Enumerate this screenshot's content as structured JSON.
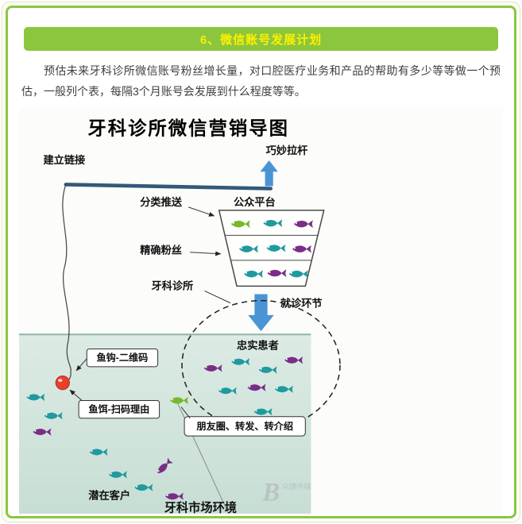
{
  "colors": {
    "frame_green": "#8cc63e",
    "frame_light": "#d6e9b2",
    "header_text": "#fff000",
    "body_text": "#3f3f3f",
    "fish_teal": "#1f9a9e",
    "fish_green": "#76b82a",
    "fish_purple": "#7a2d87",
    "arrow_blue": "#4a94d6",
    "water_top": "#dcebe4",
    "water_bottom": "#c7ded4",
    "waterline": "#8fb3a8",
    "rod_blue": "#33597a",
    "bait_red": "#e8402a",
    "line_dark": "#444444",
    "watermark_gray": "#b4b9bd"
  },
  "header": {
    "section_label": "6、微信账号发展计划"
  },
  "intro": {
    "text": "预估未来牙科诊所微信账号粉丝增长量，对口腔医疗业务和产品的帮助有多少等等做一个预估，一般列个表，每隔3个月账号会发展到什么程度等等。"
  },
  "diagram": {
    "title": "牙科诊所微信营销导图",
    "labels": {
      "establish_link": "建立链接",
      "clever_rod": "巧妙拉杆",
      "categorized_push": "分类推送",
      "public_platform": "公众平台",
      "precise_fans": "精确粉丝",
      "dental_clinic": "牙科诊所",
      "visit_step": "就诊环节",
      "hook_qrcode": "鱼钩-二维码",
      "loyal_patients": "忠实患者",
      "bait_scan_reason": "鱼饵-扫码理由",
      "moments_forward_referral": "朋友圈、转发、转介绍",
      "potential_customers": "潜在客户",
      "dental_market_env": "牙科市场环境"
    },
    "watermark": {
      "letter": "B",
      "text": "众捷传媒"
    }
  }
}
